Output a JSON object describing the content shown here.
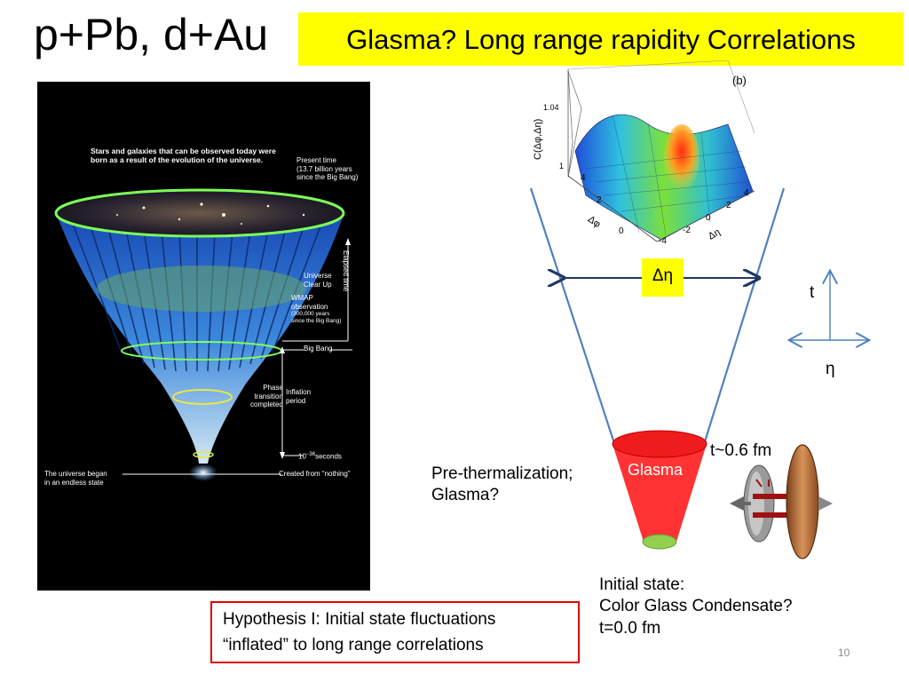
{
  "slide": {
    "title": "p+Pb, d+Au",
    "highlight": "Glasma? Long range rapidity Correlations",
    "page_number": "10"
  },
  "universe_figure": {
    "caption_top": "Stars and galaxies that can be observed today were born as a result of the evolution of the universe.",
    "present_time": [
      "Present time",
      "(13.7 billion years",
      "since the Big Bang)"
    ],
    "elapsed_time": "Elapsed time",
    "clear_up": [
      "Universe",
      "Clear Up"
    ],
    "wmap": [
      "WMAP",
      "observation",
      "(300,000 years",
      "since the Big Bang)"
    ],
    "big_bang": "Big Bang",
    "phase": [
      "Phase",
      "transition",
      "completed"
    ],
    "inflation": [
      "Inflation",
      "period"
    ],
    "seconds": "10",
    "seconds_exp": "−36",
    "seconds_unit": "seconds",
    "began": [
      "The universe began",
      "in an endless state"
    ],
    "created": "Created from “nothing”"
  },
  "correlation_plot": {
    "panel_label": "(b)",
    "z_axis_label": "C(Δφ,Δη)",
    "z_tick_top": "1.04",
    "z_tick_bottom": "1",
    "phi_axis_label": "Δφ",
    "phi_ticks": [
      "4",
      "2",
      "0"
    ],
    "eta_axis_label": "Δη",
    "eta_ticks": [
      "-4",
      "-2",
      "0",
      "2",
      "4"
    ]
  },
  "diagram": {
    "delta_eta": "Δη",
    "axis_t": "t",
    "axis_eta": "η",
    "glasma": "Glasma",
    "time_glasma": "t~0.6 fm",
    "pre_thermalization": [
      "Pre-thermalization;",
      "Glasma?"
    ],
    "initial_state": [
      "Initial state:",
      "Color Glass Condensate?",
      "t=0.0 fm"
    ],
    "colors": {
      "cone_line": "#4f81bd",
      "arrow": "#1f3864",
      "glasma_fill": "#ff3333",
      "cgc_fill": "#92d050",
      "highlight": "#ffff00",
      "box_border": "#e00000"
    }
  },
  "hypothesis": {
    "line1": "Hypothesis I: Initial state fluctuations",
    "line2": "“inflated”  to long range correlations"
  }
}
